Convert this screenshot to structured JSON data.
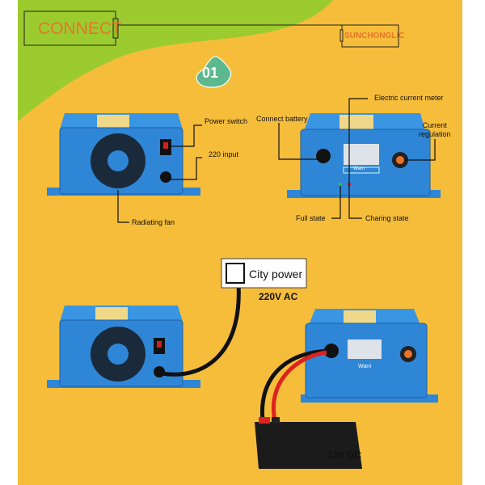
{
  "header": {
    "connect": "CONNECT",
    "brand": "SUNCHONGLIC",
    "step": "01"
  },
  "front_labels": {
    "power_switch": "Power switch",
    "input": "220 input",
    "fan": "Radiating fan"
  },
  "rear_labels": {
    "meter": "Electric current meter",
    "battery": "Connect battery",
    "regulation_1": "Current",
    "regulation_2": "regulation",
    "full": "Full state",
    "charging": "Charing state",
    "warn": "Warn"
  },
  "wiring": {
    "city_power": "City power",
    "ac": "220V AC",
    "dc": "12V DC"
  },
  "colors": {
    "yellow": "#F6BD3B",
    "green": "#9BCB2E",
    "device_blue": "#2F86D6",
    "badge": "#5DB88E",
    "accent": "#E8742A"
  }
}
